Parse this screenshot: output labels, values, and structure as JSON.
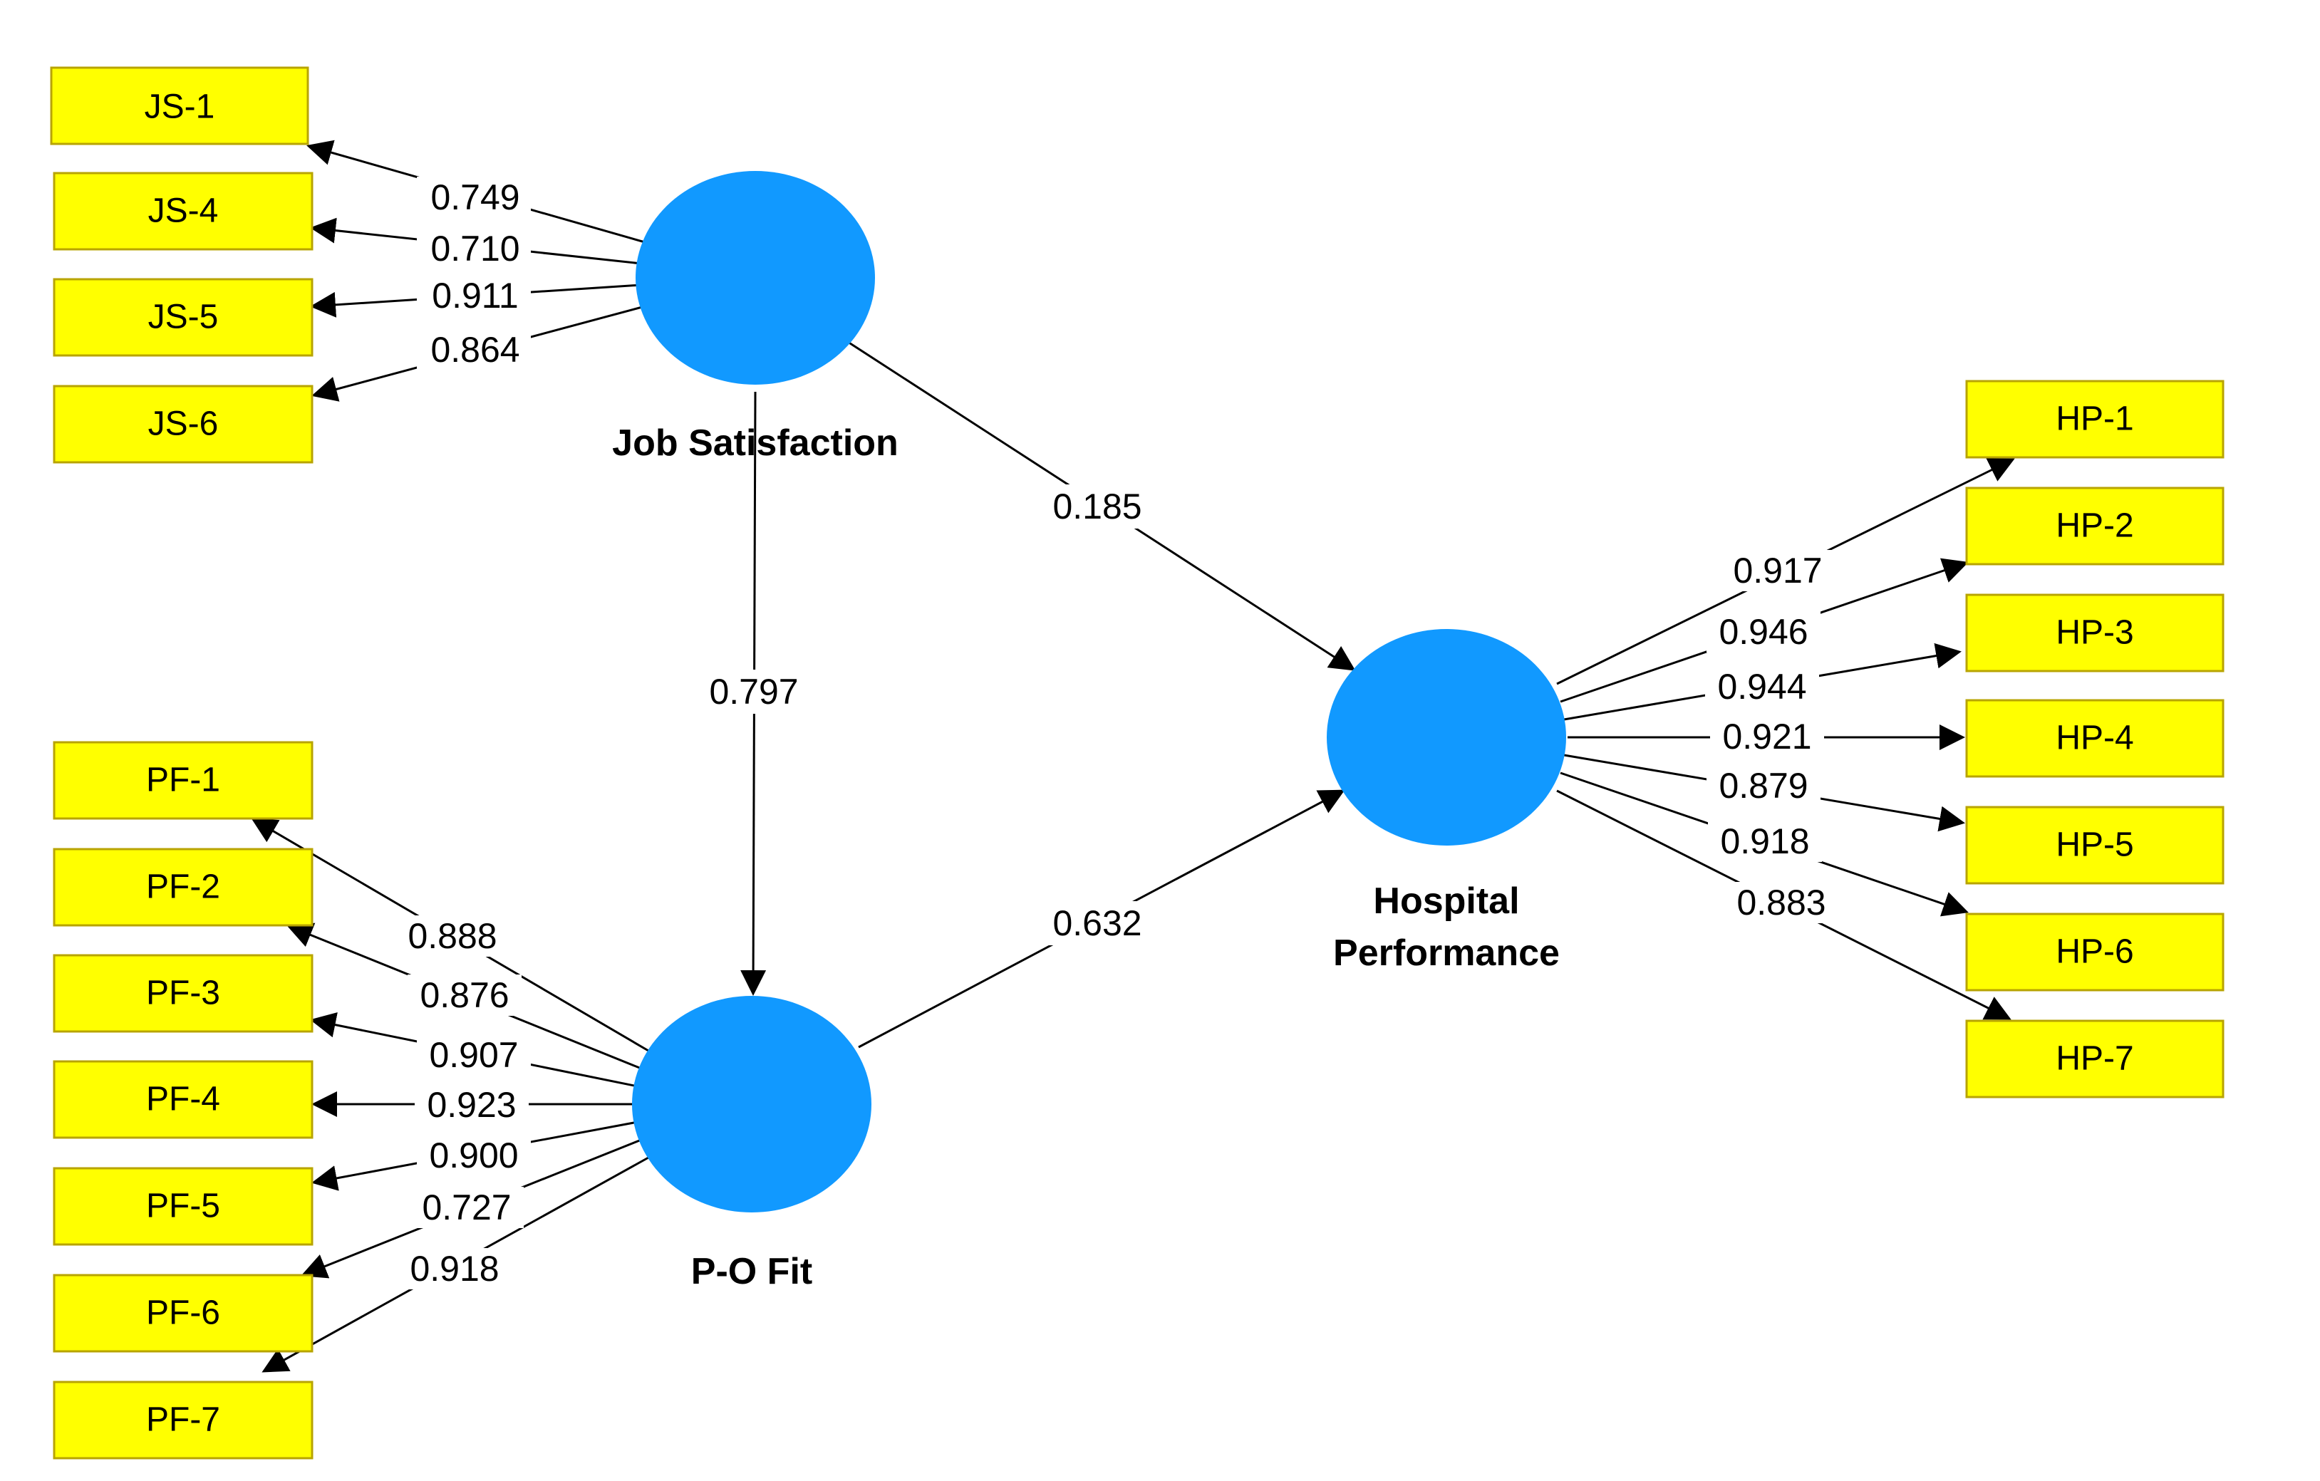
{
  "diagram": {
    "constructs": {
      "js": {
        "label": "Job Satisfaction"
      },
      "pof": {
        "label": "P-O Fit"
      },
      "hp": {
        "label_lines": [
          "Hospital",
          "Performance"
        ]
      }
    },
    "indicators": {
      "js": [
        "JS-1",
        "JS-4",
        "JS-5",
        "JS-6"
      ],
      "pof": [
        "PF-1",
        "PF-2",
        "PF-3",
        "PF-4",
        "PF-5",
        "PF-6",
        "PF-7"
      ],
      "hp": [
        "HP-1",
        "HP-2",
        "HP-3",
        "HP-4",
        "HP-5",
        "HP-6",
        "HP-7"
      ]
    },
    "loadings": {
      "js": [
        "0.749",
        "0.710",
        "0.911",
        "0.864"
      ],
      "pof": [
        "0.888",
        "0.876",
        "0.907",
        "0.923",
        "0.900",
        "0.727",
        "0.918"
      ],
      "hp": [
        "0.917",
        "0.946",
        "0.944",
        "0.921",
        "0.879",
        "0.918",
        "0.883"
      ]
    },
    "paths": {
      "js_to_hp": "0.185",
      "js_to_pof": "0.797",
      "pof_to_hp": "0.632"
    },
    "colors": {
      "construct_fill": "#1199ff",
      "indicator_fill": "#ffff00",
      "indicator_border": "#b8a400",
      "edge": "#000000"
    }
  }
}
